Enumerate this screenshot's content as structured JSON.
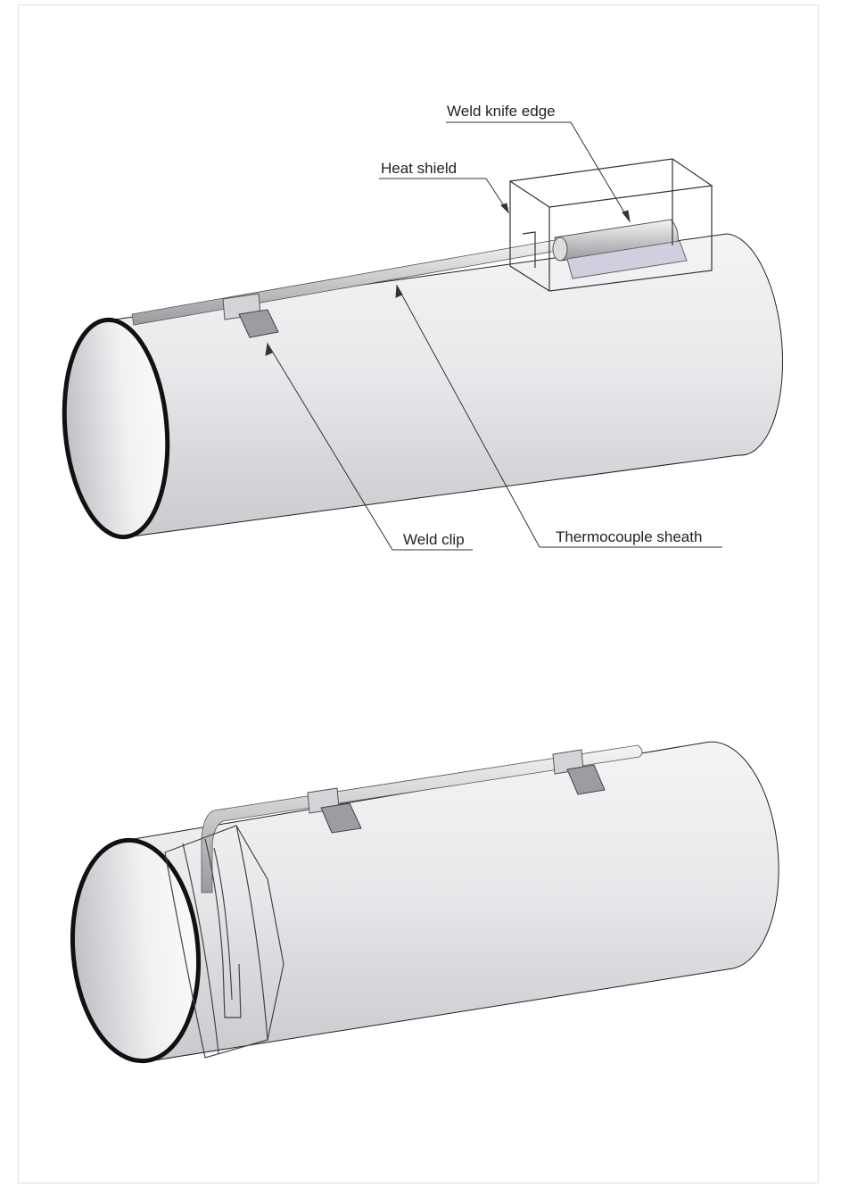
{
  "labels": {
    "weld_knife_edge": "Weld knife edge",
    "heat_shield": "Heat shield",
    "weld_clip": "Weld clip",
    "thermocouple_sheath": "Thermocouple sheath"
  }
}
